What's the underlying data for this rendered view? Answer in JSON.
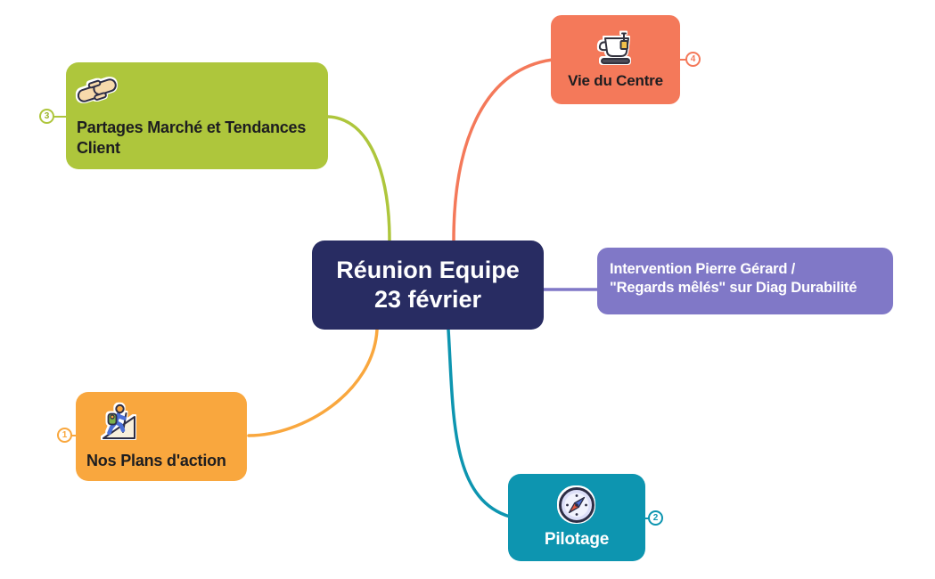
{
  "palette": {
    "center_bg": "#282c62",
    "green": "#aec63c",
    "coral": "#f4795a",
    "purple": "#8078c7",
    "orange": "#f9a73e",
    "teal": "#0d95b0",
    "dark_text": "#1d1d20",
    "light_text": "#ffffff"
  },
  "center_node": {
    "lines": [
      "Réunion Equipe",
      "23 février"
    ]
  },
  "branches": {
    "plans": {
      "number": "1",
      "label": "Nos Plans d'action",
      "color": "#f9a73e",
      "icon": "hiker-icon"
    },
    "pilotage": {
      "number": "2",
      "label": "Pilotage",
      "color": "#0d95b0",
      "icon": "compass-icon"
    },
    "partages": {
      "number": "3",
      "label_lines": [
        "Partages Marché et Tendances",
        "Client"
      ],
      "color": "#aec63c",
      "icon": "handshake-icon"
    },
    "vie_du_centre": {
      "number": "4",
      "label": "Vie du Centre",
      "color": "#f4795a",
      "icon": "teacup-icon"
    },
    "intervention": {
      "label_lines": [
        "Intervention Pierre Gérard /",
        "\"Regards mêlés\" sur Diag Durabilité"
      ],
      "color": "#8078c7"
    }
  }
}
